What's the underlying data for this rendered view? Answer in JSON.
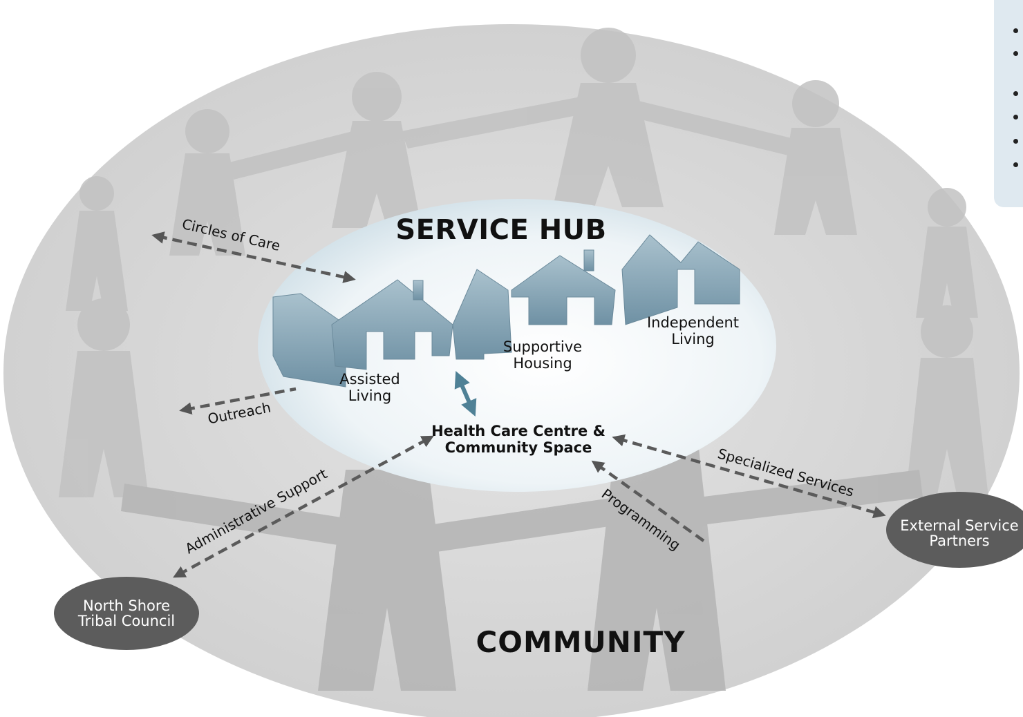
{
  "hub": {
    "title": "SERVICE HUB"
  },
  "community": {
    "title": "COMMUNITY"
  },
  "housing": {
    "assisted": [
      "Assisted",
      "Living"
    ],
    "supportive": [
      "Supportive",
      "Housing"
    ],
    "independent": [
      "Independent",
      "Living"
    ]
  },
  "health_centre": [
    "Health Care Centre &",
    "Community Space"
  ],
  "connections": {
    "circles": "Circles of Care",
    "outreach": "Outreach",
    "admin": "Administrative Support",
    "programming": "Programming",
    "specialized": "Specialized Services"
  },
  "partners": {
    "north_shore": [
      "North Shore",
      "Tribal Council"
    ],
    "external": [
      "External Service",
      "Partners"
    ]
  },
  "colors": {
    "outer_ellipse": "#d6d6d6",
    "figures": "#bdbdbd",
    "hub": "#e9f1f5",
    "houses": "#7f9fb1",
    "arrows": "#5a5a5a",
    "accent_arrow": "#4f8196",
    "partner_pill": "#5c5c5c"
  }
}
